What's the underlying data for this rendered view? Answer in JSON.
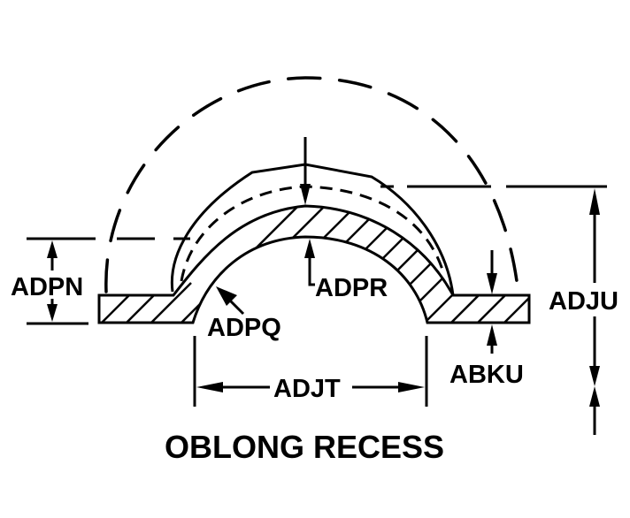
{
  "diagram": {
    "title": "OBLONG RECESS",
    "labels": {
      "adpn": "ADPN",
      "adpr": "ADPR",
      "adpq": "ADPQ",
      "adju": "ADJU",
      "adjt": "ADJT",
      "abku": "ABKU"
    },
    "colors": {
      "ink": "#000000",
      "background": "#ffffff"
    }
  }
}
